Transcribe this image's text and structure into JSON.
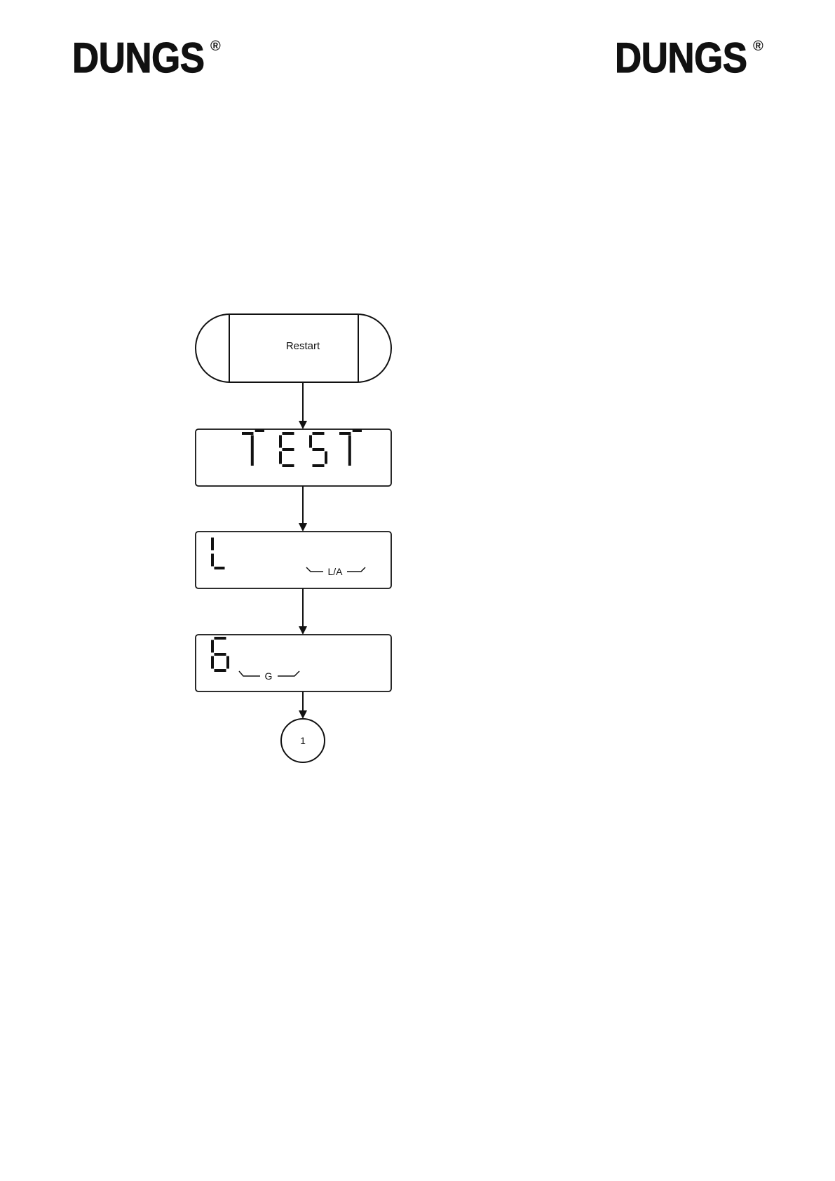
{
  "header": {
    "logo_left": "DUNGS",
    "logo_right": "DUNGS",
    "registered": "®"
  },
  "flowchart": {
    "start": {
      "label": "Restart"
    },
    "steps": [
      {
        "display": "TEST",
        "indicator": ""
      },
      {
        "display": "L",
        "indicator": "L/A"
      },
      {
        "display": "6",
        "indicator": "G"
      }
    ],
    "connector": {
      "label": "1"
    }
  },
  "colors": {
    "ink": "#111111",
    "background": "#ffffff"
  }
}
